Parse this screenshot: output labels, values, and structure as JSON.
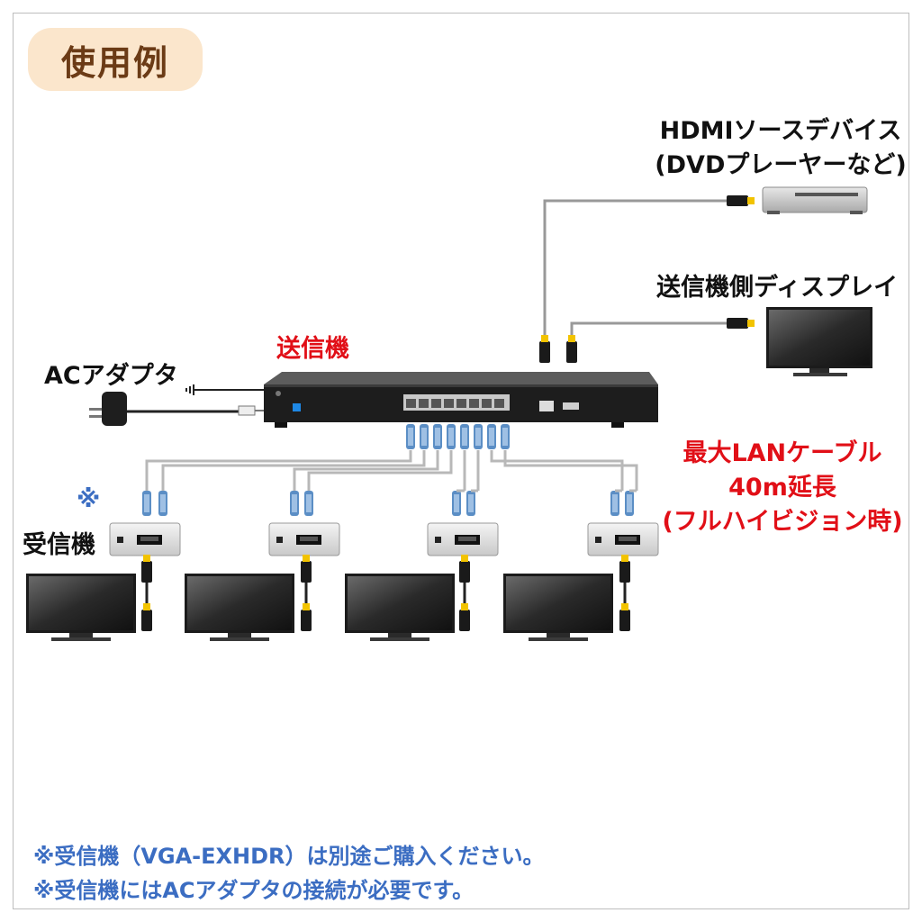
{
  "header": {
    "badge": "使用例"
  },
  "labels": {
    "hdmi_source_line1": "HDMIソースデバイス",
    "hdmi_source_line2": "(DVDプレーヤーなど)",
    "sender_side_display": "送信機側ディスプレイ",
    "sender": "送信機",
    "ac_adapter": "ACアダプタ",
    "receiver_mark": "※",
    "receiver": "受信機",
    "lan_line1": "最大LANケーブル",
    "lan_line2": "40m延長",
    "lan_line3": "(フルハイビジョン時)"
  },
  "notes": [
    "※受信機（VGA-EXHDR）は別途ご購入ください。",
    "※受信機にはACアダプタの接続が必要です。"
  ],
  "colors": {
    "badge_bg": "#fbe6cc",
    "badge_text": "#6b3b16",
    "accent_red": "#e10f17",
    "note_blue": "#3b6dc2",
    "hdmi_plug": "#f2c300",
    "lan_plug": "#5b8ec5"
  },
  "icons": [
    "dvd-player-icon",
    "sender-display-icon",
    "sender-device-icon",
    "ac-adapter-icon",
    "receiver-icon",
    "tv-icon",
    "hdmi-plug-icon",
    "lan-plug-icon"
  ]
}
